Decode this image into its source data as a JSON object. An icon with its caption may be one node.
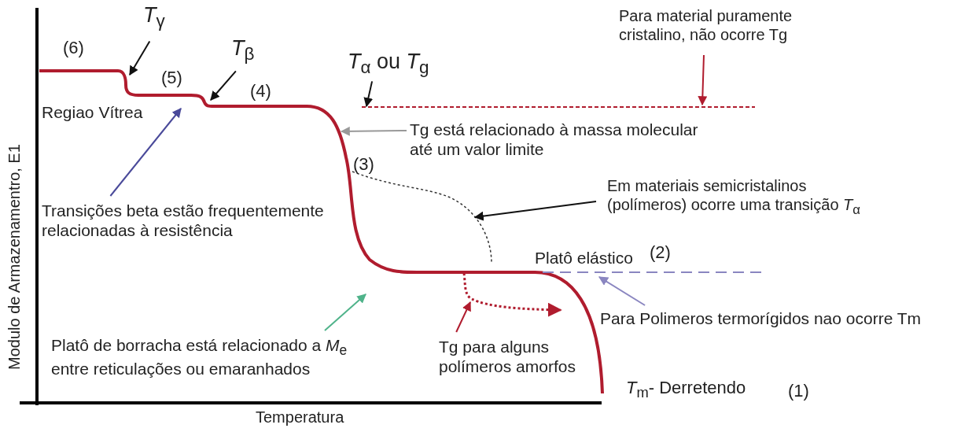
{
  "diagram": {
    "nodes": [
      {
        "text": [
          "*T*$_{γ}$"
        ]
      },
      {
        "text": [
          "*T*$_{β}$"
        ]
      },
      {
        "text": [
          "*T*$_{α}$ ou *T*$_{g}$"
        ]
      },
      {
        "text": [
          "Para material puramente cristalino, não ocorre Tg"
        ]
      },
      {
        "text": [
          "Tg está relacionado à massa molecular até um valor limite"
        ]
      },
      {
        "text": [
          "Transições beta estão frequentemente relacionadas à resistência"
        ]
      },
      {
        "text": [
          "Em materiais semicristalinos (polímeros) ocorre uma transição *T*$_{α}$"
        ]
      },
      {
        "text": [
          "Platô de borracha está relacionado a *M*$_{e}$ entre reticulações ou emaranhados"
        ]
      },
      {
        "text": [
          "Tg para alguns polímeros amorfos"
        ]
      },
      {
        "text": [
          "Para Polimeros termorígidos nao ocorre Tm"
        ]
      },
      {
        "text": [],
        "shape": "line"
      },
      {
        "text": [],
        "shape": "curve"
      },
      {
        "text": [],
        "shape": "curve"
      },
      {
        "text": [],
        "shape": "line"
      }
    ],
    "edges": [
      {
        "from": 0,
        "to": null,
        "arrow": "to"
      },
      {
        "from": 1,
        "to": null,
        "arrow": "to"
      },
      {
        "from": 2,
        "to": 10,
        "arrow": "to"
      },
      {
        "from": 3,
        "to": 10,
        "arrow": "to",
        "color": "#b01c2e"
      },
      {
        "from": 4,
        "to": null,
        "arrow": "to",
        "color": "#999999"
      },
      {
        "from": 5,
        "to": null,
        "arrow": "to",
        "color": "#4a4a9a"
      },
      {
        "from": 6,
        "to": 11,
        "arrow": "to"
      },
      {
        "from": 7,
        "to": null,
        "arrow": "to",
        "color": "#4fb38a"
      },
      {
        "from": 8,
        "to": 12,
        "arrow": "to",
        "color": "#b01c2e"
      },
      {
        "from": 9,
        "to": 13,
        "arrow": "to",
        "color": "#8a86c0"
      }
    ],
    "labels": [
      "(6)",
      "(5)",
      "(4)",
      "Regiao Vítrea",
      "Modulo de Armazenamentro, E1",
      "(3)",
      "Platô elástico",
      "(2)",
      "*T*$_{m}$- Derretendo",
      "(1)",
      "Temperatura"
    ]
  }
}
